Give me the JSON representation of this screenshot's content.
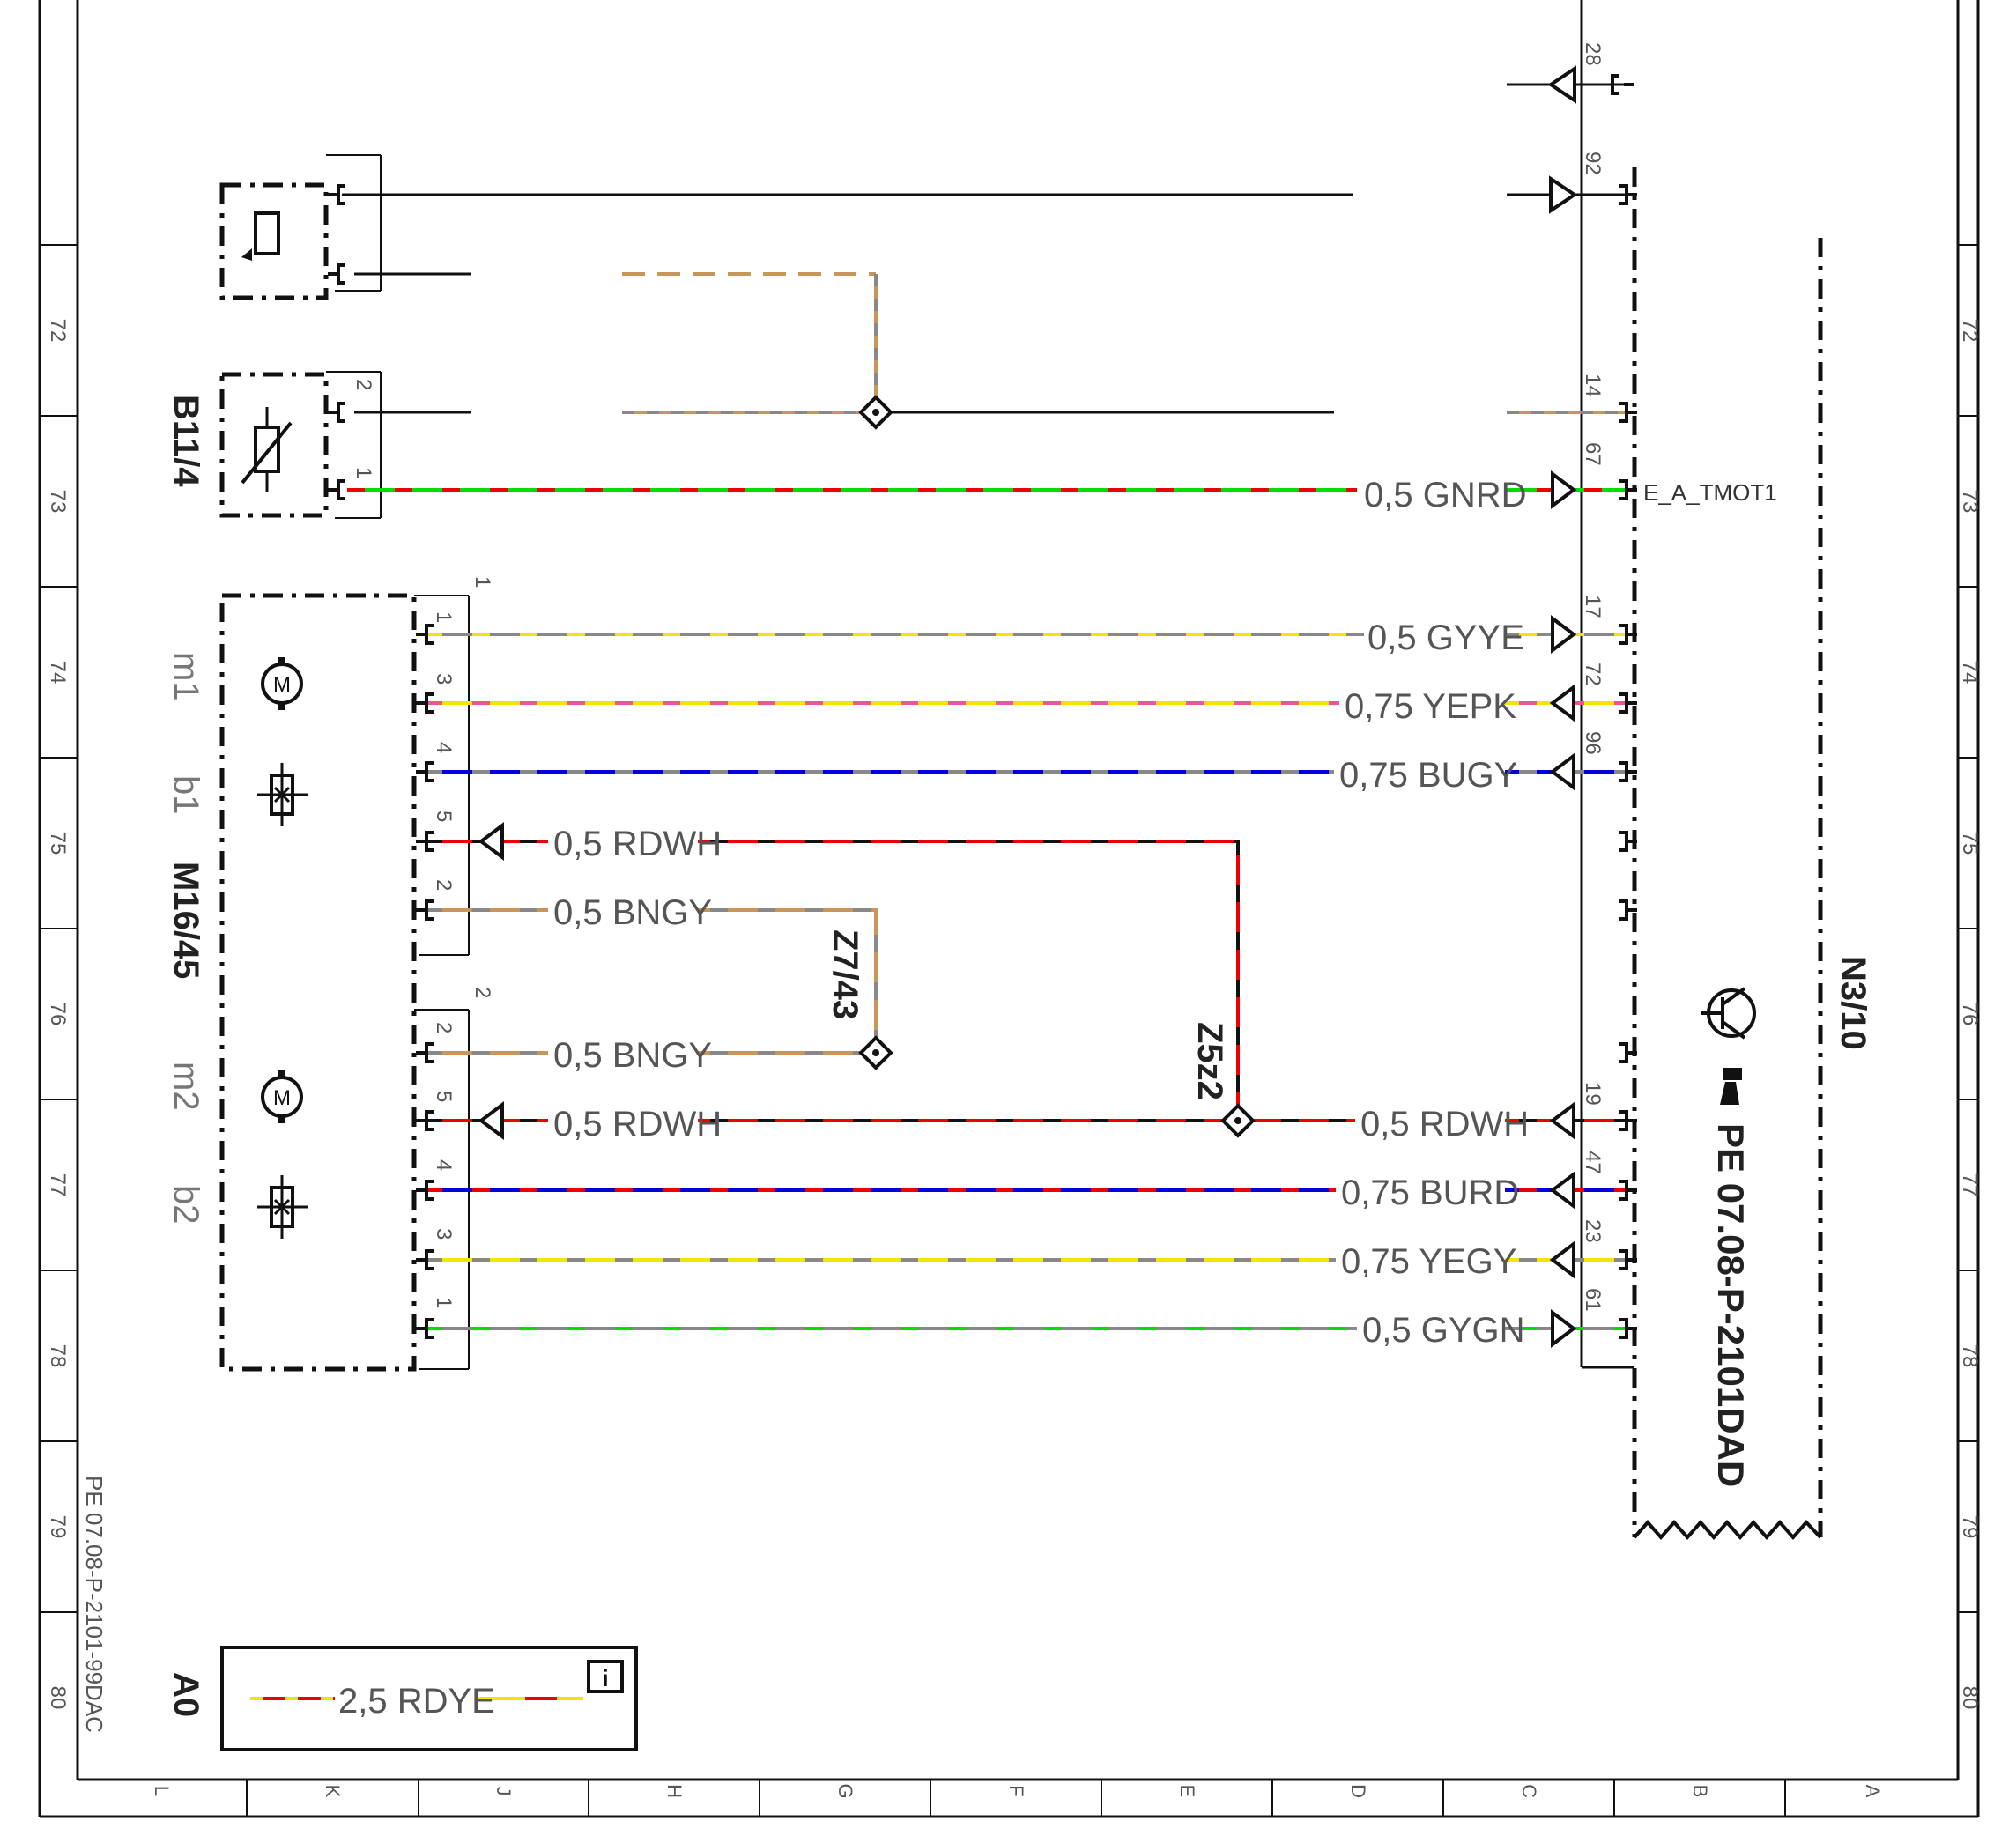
{
  "sheet": {
    "id_text": "PE 07.08-P-2101-99DAC",
    "row_numbers": [
      "72",
      "73",
      "74",
      "75",
      "76",
      "77",
      "78",
      "79",
      "80"
    ],
    "column_letters": [
      "L",
      "K",
      "J",
      "H",
      "G",
      "F",
      "E",
      "D",
      "C",
      "B",
      "A"
    ]
  },
  "components": {
    "b11_4": {
      "label": "B11/4",
      "pins": [
        "2",
        "1"
      ]
    },
    "m16_45": {
      "label": "M16/45",
      "sub_labels": [
        "m1",
        "b1",
        "m2",
        "b2"
      ],
      "connector_labels": [
        "1",
        "2"
      ],
      "motor_symbol": "M"
    },
    "n3_10": {
      "label": "N3/10",
      "reference": "PE 07.08-P-2101DAD",
      "signal_label": "E_A_TMOT1",
      "pins": [
        "28",
        "92",
        "14",
        "67",
        "17",
        "72",
        "96",
        "19",
        "47",
        "23",
        "61"
      ]
    },
    "z7_43": {
      "label": "Z7/43"
    },
    "z5z2": {
      "label": "Z5z2"
    },
    "a0": {
      "label": "A0",
      "wire": "2,5 RDYE",
      "info_icon": "info-icon"
    }
  },
  "wires": {
    "gnrd": {
      "label": "0,5 GNRD",
      "colors": [
        "#00dd00",
        "#ee0000"
      ]
    },
    "gyye": {
      "label": "0,5 GYYE",
      "colors": [
        "#888888",
        "#f2e600"
      ]
    },
    "yepk": {
      "label": "0,75 YEPK",
      "colors": [
        "#f2e600",
        "#ee5599"
      ]
    },
    "bugy": {
      "label": "0,75 BUGY",
      "colors": [
        "#0000dd",
        "#888888"
      ]
    },
    "rdwh_1": {
      "label": "0,5 RDWH",
      "colors": [
        "#ee0000",
        "#111111"
      ]
    },
    "bngy_1": {
      "label": "0,5 BNGY",
      "colors": [
        "#c8955a",
        "#888888"
      ]
    },
    "bngy_2": {
      "label": "0,5 BNGY",
      "colors": [
        "#c8955a",
        "#888888"
      ]
    },
    "rdwh_2": {
      "label": "0,5 RDWH",
      "colors": [
        "#ee0000",
        "#111111"
      ]
    },
    "rdwh_3": {
      "label": "0,5 RDWH",
      "colors": [
        "#ee0000",
        "#111111"
      ]
    },
    "burd": {
      "label": "0,75 BURD",
      "colors": [
        "#0000dd",
        "#ee0000"
      ]
    },
    "yegy": {
      "label": "0,75 YEGY",
      "colors": [
        "#f2e600",
        "#888888"
      ]
    },
    "gygn": {
      "label": "0,5 GYGN",
      "colors": [
        "#888888",
        "#00dd00"
      ]
    }
  },
  "m16_pins": {
    "c1": [
      "1",
      "3",
      "4",
      "5",
      "2"
    ],
    "c2": [
      "2",
      "5",
      "4",
      "3",
      "1"
    ]
  }
}
